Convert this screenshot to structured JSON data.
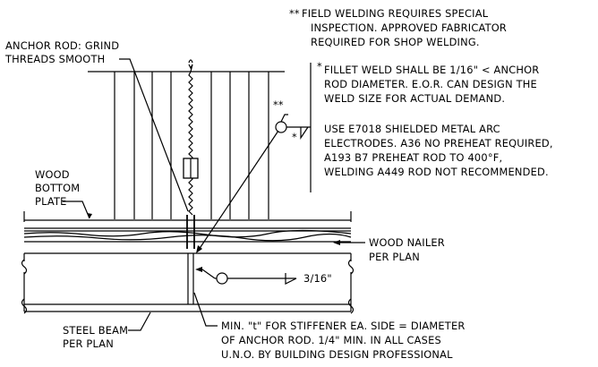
{
  "notes": {
    "field_welding": {
      "marker": "**",
      "lines": [
        "FIELD WELDING REQUIRES SPECIAL",
        "INSPECTION.  APPROVED FABRICATOR",
        "REQUIRED FOR SHOP WELDING."
      ]
    },
    "fillet_weld": {
      "marker": "*",
      "lines": [
        "FILLET WELD SHALL BE 1/16\" < ANCHOR",
        "ROD DIAMETER. E.O.R. CAN DESIGN THE",
        "WELD SIZE FOR ACTUAL DEMAND."
      ]
    },
    "electrodes": {
      "lines": [
        "USE E7018 SHIELDED METAL ARC",
        "ELECTRODES. A36 NO PREHEAT REQUIRED,",
        "A193 B7 PREHEAT ROD TO 400°F,",
        "WELDING A449 ROD NOT RECOMMENDED."
      ]
    }
  },
  "labels": {
    "anchor_rod": [
      "ANCHOR ROD: GRIND",
      "THREADS SMOOTH"
    ],
    "wood_bottom_plate": [
      "WOOD",
      "BOTTOM",
      "PLATE"
    ],
    "wood_nailer": [
      "WOOD NAILER",
      "PER PLAN"
    ],
    "steel_beam": [
      "STEEL BEAM",
      "PER PLAN"
    ],
    "stiffener_note": [
      "MIN. \"t\" FOR STIFFENER EA. SIDE = DIAMETER",
      "OF ANCHOR ROD. 1/4\" MIN. IN ALL CASES",
      "U.N.O. BY BUILDING DESIGN PROFESSIONAL"
    ]
  },
  "weld_symbols": {
    "upper_field_marker": "**",
    "upper_fillet_marker": "*",
    "stiffener_weld_size": "3/16\""
  }
}
